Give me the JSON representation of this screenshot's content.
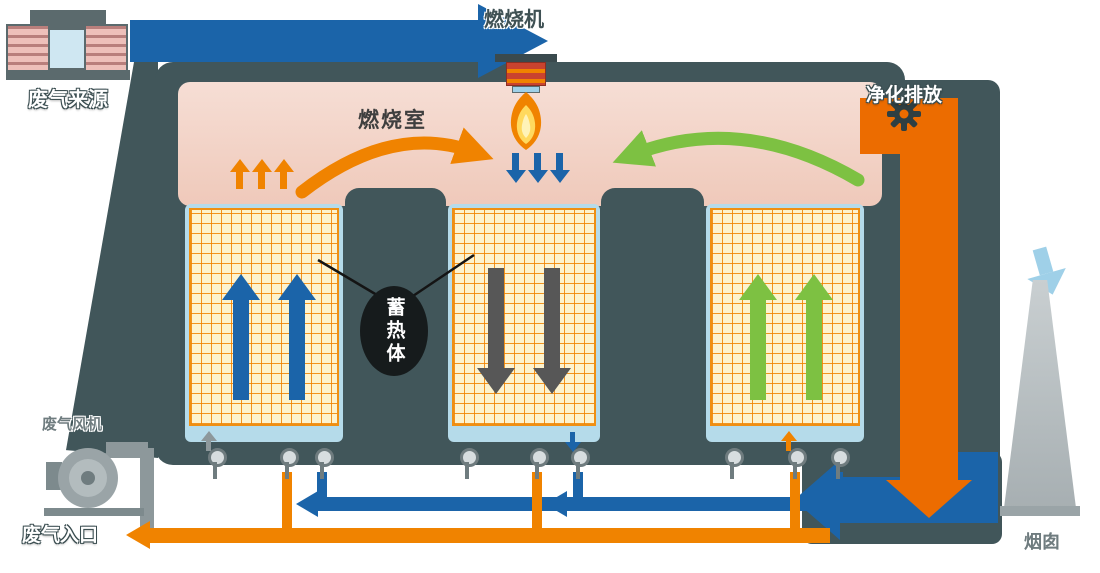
{
  "labels": {
    "waste_gas_source": "废气来源",
    "burner": "燃烧机",
    "combustion_chamber": "燃烧室",
    "heat_storage_media": "蓄热体",
    "purified_exhaust": "净化排放",
    "fan": "废气风机",
    "waste_gas_inlet": "废气入口",
    "chimney": "烟囱"
  },
  "colors": {
    "housing": "#41565a",
    "chamber_pink": "#f3d3c7",
    "grid_line": "#f08300",
    "grid_bg": "#fdf3cf",
    "plenum_blue": "#b5dbea",
    "flow_blue": "#1b64a9",
    "flow_orange": "#f08300",
    "hot_exhaust_orange": "#ec6c00",
    "flow_green": "#7dc142",
    "flow_gray": "#575757",
    "light_blue": "#9fd0e8"
  },
  "icons": [
    "waste-gas-source-icon",
    "burner-icon",
    "flame-icon",
    "gear-icon",
    "valve-icon",
    "fan-icon",
    "chimney-icon"
  ],
  "flows": {
    "tower1": "up-blue",
    "tower2": "down-gray",
    "tower3": "up-green",
    "top_duct": "waste-gas-to-burner",
    "right_duct": "hot-purified-exhaust-down-to-stack"
  }
}
